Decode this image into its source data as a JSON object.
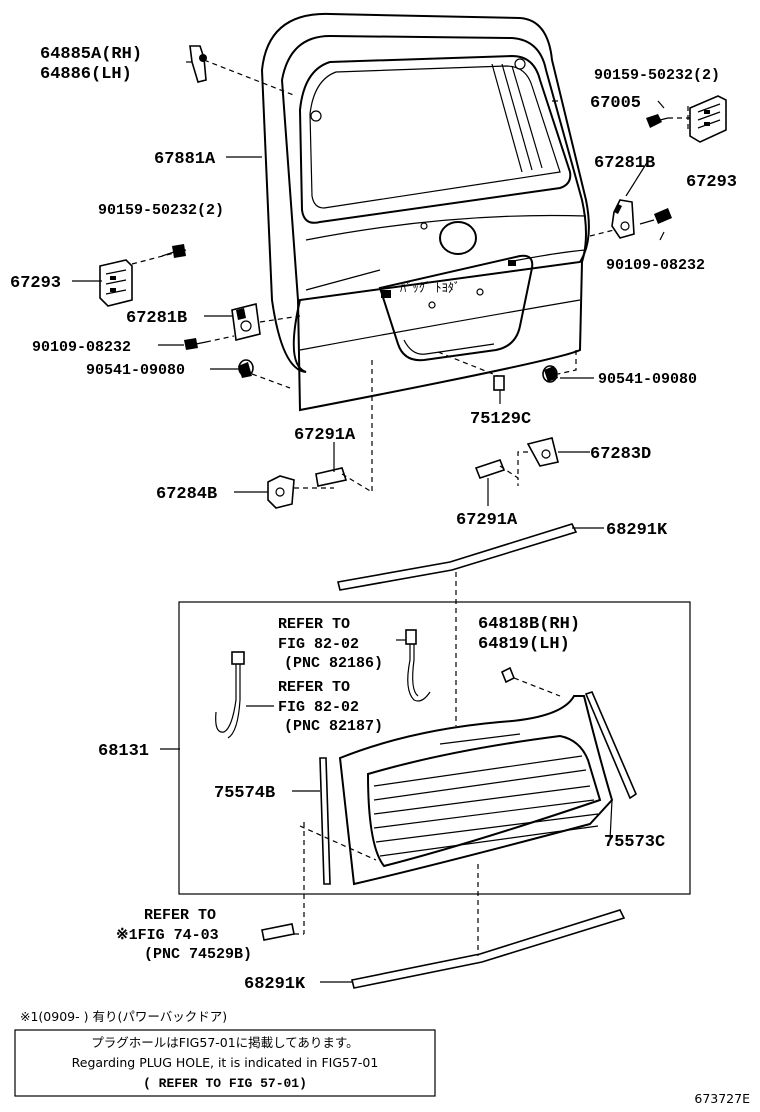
{
  "labels": {
    "p64885a": "64885A(RH)",
    "p64886": "64886(LH)",
    "p67881a": "67881A",
    "p90159_left": "90159-50232(2)",
    "p67293_left": "67293",
    "p67281b_left": "67281B",
    "p90109_left": "90109-08232",
    "p90541_left": "90541-09080",
    "p90159_right": "90159-50232(2)",
    "p67005": "67005",
    "p67293_right": "67293",
    "p67281b_right": "67281B",
    "p90109_right": "90109-08232",
    "p90541_right": "90541-09080",
    "p75129c": "75129C",
    "p67291a_top": "67291A",
    "p67283d": "67283D",
    "p67284b": "67284B",
    "p67291a_bottom": "67291A",
    "p68291k_top": "68291K",
    "p64818b": "64818B(RH)",
    "p64819": "64819(LH)",
    "p68131": "68131",
    "p75574b": "75574B",
    "p75573c": "75573C",
    "p68291k_bottom": "68291K"
  },
  "refers": {
    "r1_line1": "REFER TO",
    "r1_line2": "FIG 82-02",
    "r1_line3": "(PNC 82186)",
    "r2_line1": "REFER TO",
    "r2_line2": "FIG 82-02",
    "r2_line3": "(PNC 82187)",
    "r3_line1": "REFER TO",
    "r3_line2": "※1FIG 74-03",
    "r3_line3": "(PNC 74529B)"
  },
  "emblem_text": "ﾊﾞｯｸﾞ ﾄﾖﾀﾞ",
  "footnote": "※1(0909-     ) 有り(パワーバックドア)",
  "notebox": {
    "line1": "プラグホールはFIG57-01に掲載してあります。",
    "line2": "Regarding PLUG HOLE, it is indicated in FIG57-01",
    "line3": "( REFER TO FIG 57-01)"
  },
  "figure_id": "673727E"
}
